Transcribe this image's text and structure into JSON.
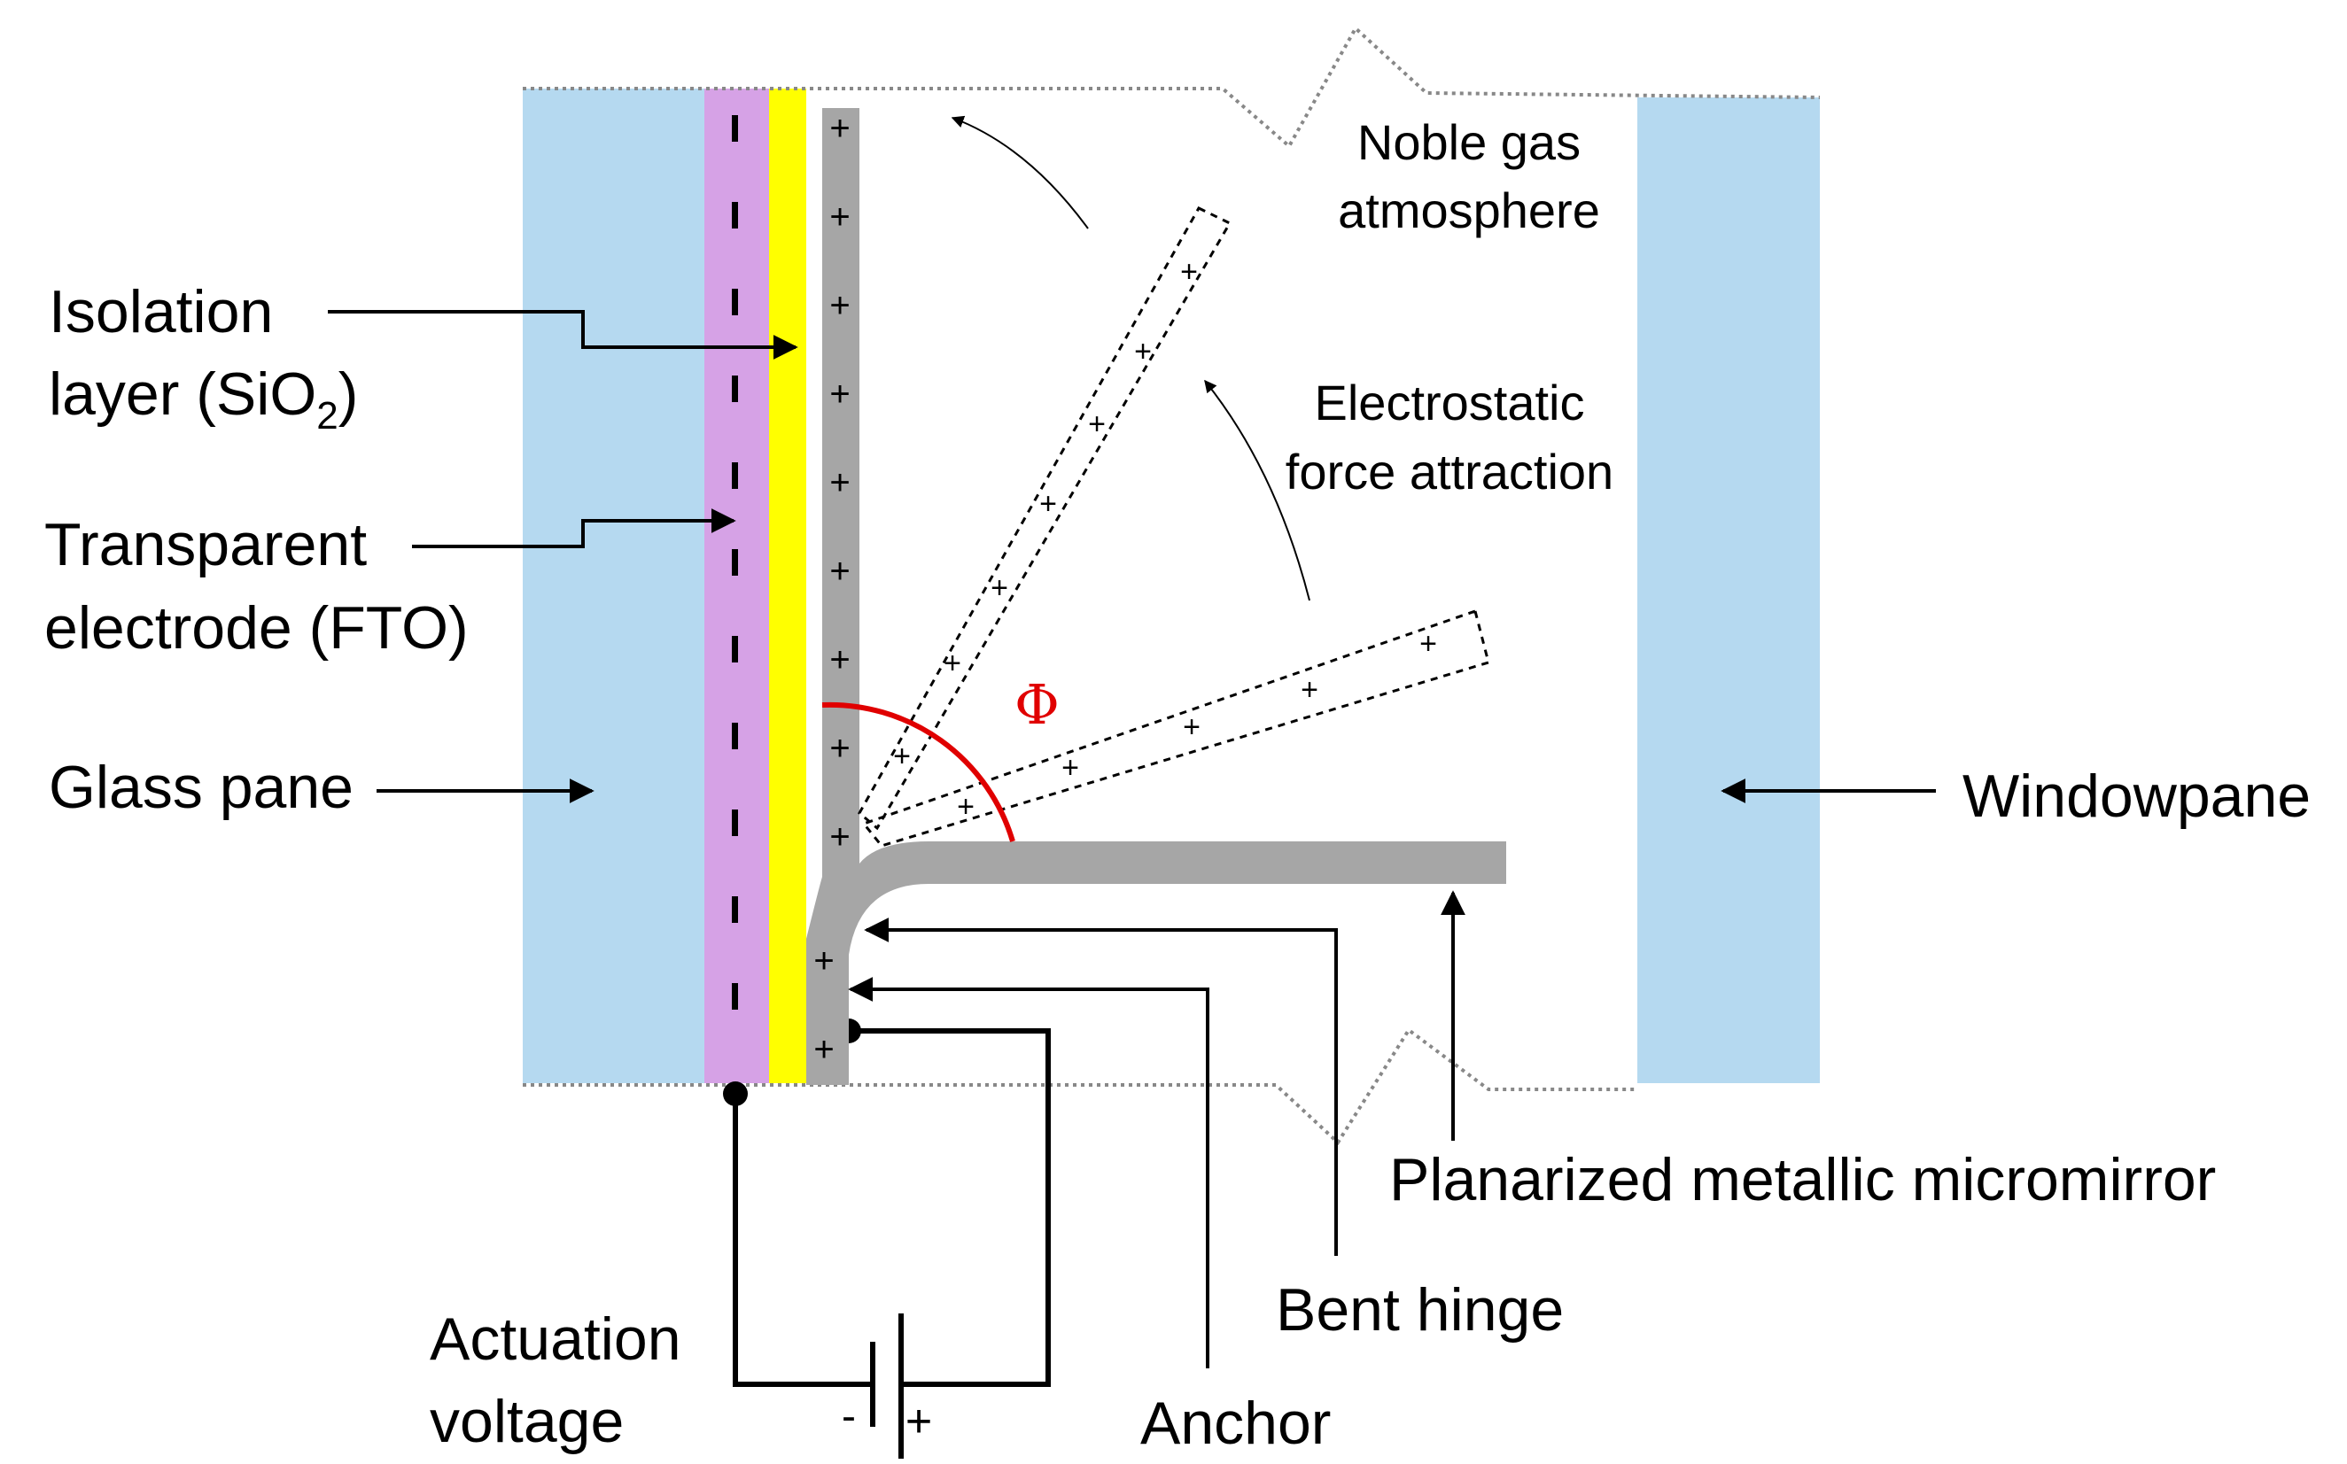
{
  "labels": {
    "isolation_line1": "Isolation",
    "isolation_line2_pre": "layer (SiO",
    "isolation_line2_sub": "2",
    "isolation_line2_post": ")",
    "electrode_line1": "Transparent",
    "electrode_line2": "electrode (FTO)",
    "glass_pane": "Glass pane",
    "windowpane": "Windowpane",
    "noble_gas_line1": "Noble gas",
    "noble_gas_line2": "atmosphere",
    "electrostatic_line1": "Electrostatic",
    "electrostatic_line2": "force attraction",
    "planarized_mirror": "Planarized metallic micromirror",
    "bent_hinge": "Bent hinge",
    "anchor": "Anchor",
    "actuation_line1": "Actuation",
    "actuation_line2": "voltage",
    "phi": "Φ",
    "minus_sign": "-",
    "plus_sign": "+"
  },
  "colors": {
    "glass": "#b5d9f0",
    "electrode": "#d6a2e6",
    "isolation": "#ffff00",
    "mirror": "#a6a6a6",
    "angle": "#e00000",
    "wire": "#000000"
  }
}
